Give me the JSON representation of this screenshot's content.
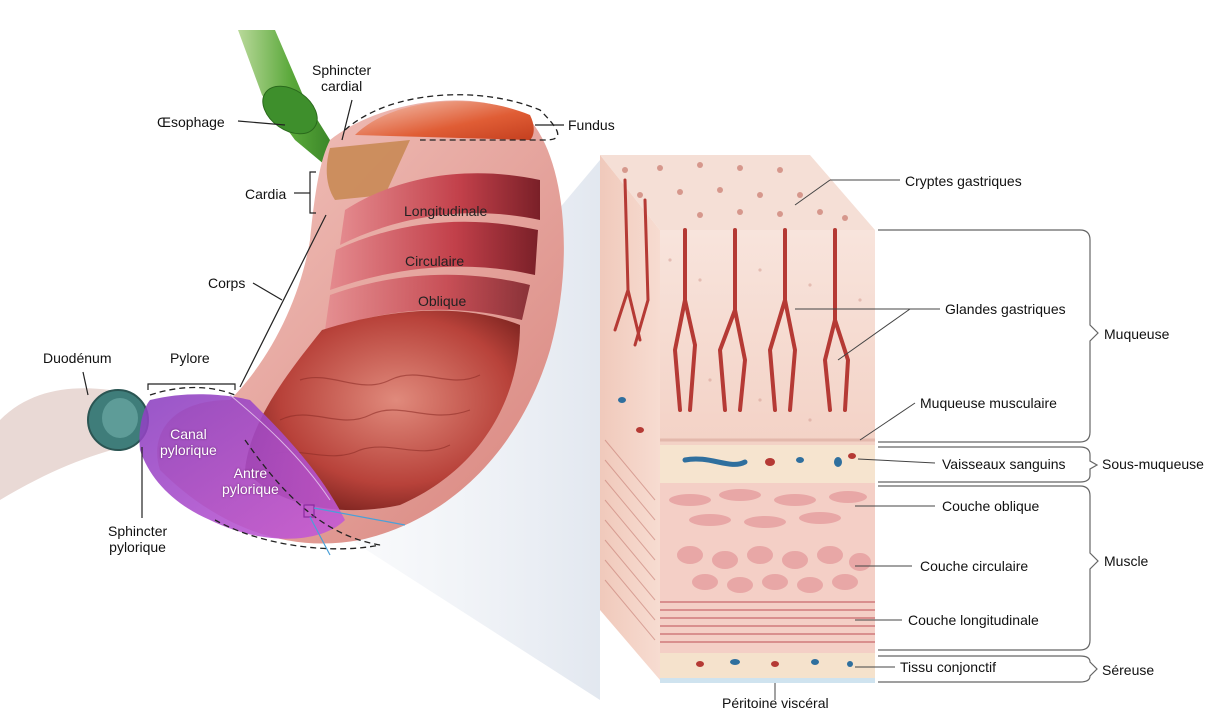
{
  "labels": {
    "sphincter_cardial": [
      "Sphincter",
      "cardial"
    ],
    "oesophage": "Œsophage",
    "fundus": "Fundus",
    "cardia": "Cardia",
    "corps": "Corps",
    "longitudinale": "Longitudinale",
    "circulaire": "Circulaire",
    "oblique": "Oblique",
    "duodenum": "Duodénum",
    "pylore": "Pylore",
    "canal_pylorique": [
      "Canal",
      "pylorique"
    ],
    "antre_pylorique": [
      "Antre",
      "pylorique"
    ],
    "sphincter_pylorique": [
      "Sphincter",
      "pylorique"
    ],
    "cryptes_gastriques": "Cryptes gastriques",
    "glandes_gastriques": "Glandes gastriques",
    "muqueuse_musculaire": "Muqueuse musculaire",
    "vaisseaux_sanguins": "Vaisseaux sanguins",
    "couche_oblique": "Couche oblique",
    "couche_circulaire": "Couche circulaire",
    "couche_longitudinale": "Couche longitudinale",
    "tissu_conjonctif": "Tissu conjonctif",
    "peritoine_visceral": "Péritoine viscéral",
    "muqueuse": "Muqueuse",
    "sous_muqueuse": "Sous-muqueuse",
    "muscle": "Muscle",
    "sereuse": "Séreuse"
  },
  "colors": {
    "esophagus": "#5aa83a",
    "fundus": "#d9512f",
    "cardia": "#c98a55",
    "stomach_wall": "#e39a94",
    "muscle": "#c2404a",
    "mucosa_inner": "#b8423a",
    "pylorus": "#a64ac9",
    "duodenum": "#3f7d7a",
    "tissue_light": "#f6dcd2",
    "gland": "#b53a35",
    "vessel_blue": "#2f6f9e"
  }
}
